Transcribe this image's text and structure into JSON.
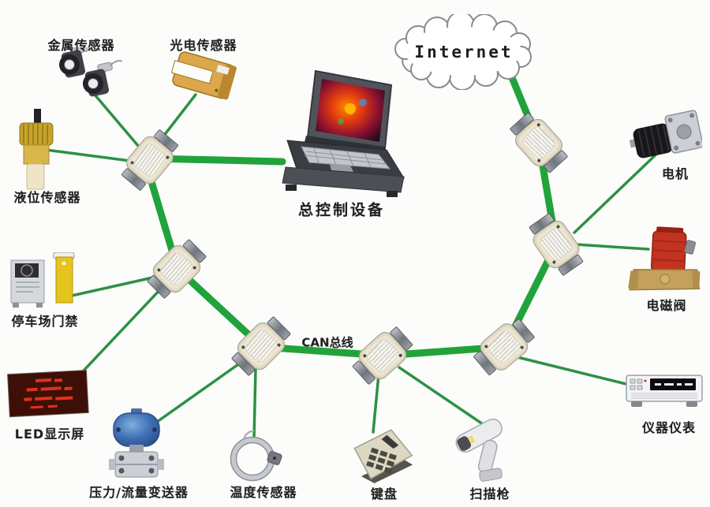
{
  "diagram": {
    "internet_label": "Internet",
    "bus_label": "CAN总线",
    "controller_label": "总控制设备",
    "devices": [
      {
        "id": "metal-sensor",
        "label": "金属传感器"
      },
      {
        "id": "photoelectric-sensor",
        "label": "光电传感器"
      },
      {
        "id": "liquid-level-sensor",
        "label": "液位传感器"
      },
      {
        "id": "parking-gate",
        "label": "停车场门禁"
      },
      {
        "id": "led-display",
        "label": "LED显示屏"
      },
      {
        "id": "pressure-flow-transmitter",
        "label": "压力/流量变送器"
      },
      {
        "id": "temperature-sensor",
        "label": "温度传感器"
      },
      {
        "id": "keyboard",
        "label": "键盘"
      },
      {
        "id": "scanner-gun",
        "label": "扫描枪"
      },
      {
        "id": "instruments",
        "label": "仪器仪表"
      },
      {
        "id": "solenoid-valve",
        "label": "电磁阀"
      },
      {
        "id": "motor",
        "label": "电机"
      }
    ],
    "module_count": 7,
    "colors": {
      "bus_green": "#21a33b",
      "drop_line_green": "#2d9145",
      "label_text": "#1f1f1f",
      "module_body": "#efe9d6",
      "led_panel": "#3d0f06",
      "led_text": "#e03020",
      "solenoid_red": "#c23322",
      "transmitter_blue": "#3f6fb5",
      "photo_sensor_amber": "#d9a850",
      "parking_pillar_yellow": "#e6c41e"
    }
  }
}
